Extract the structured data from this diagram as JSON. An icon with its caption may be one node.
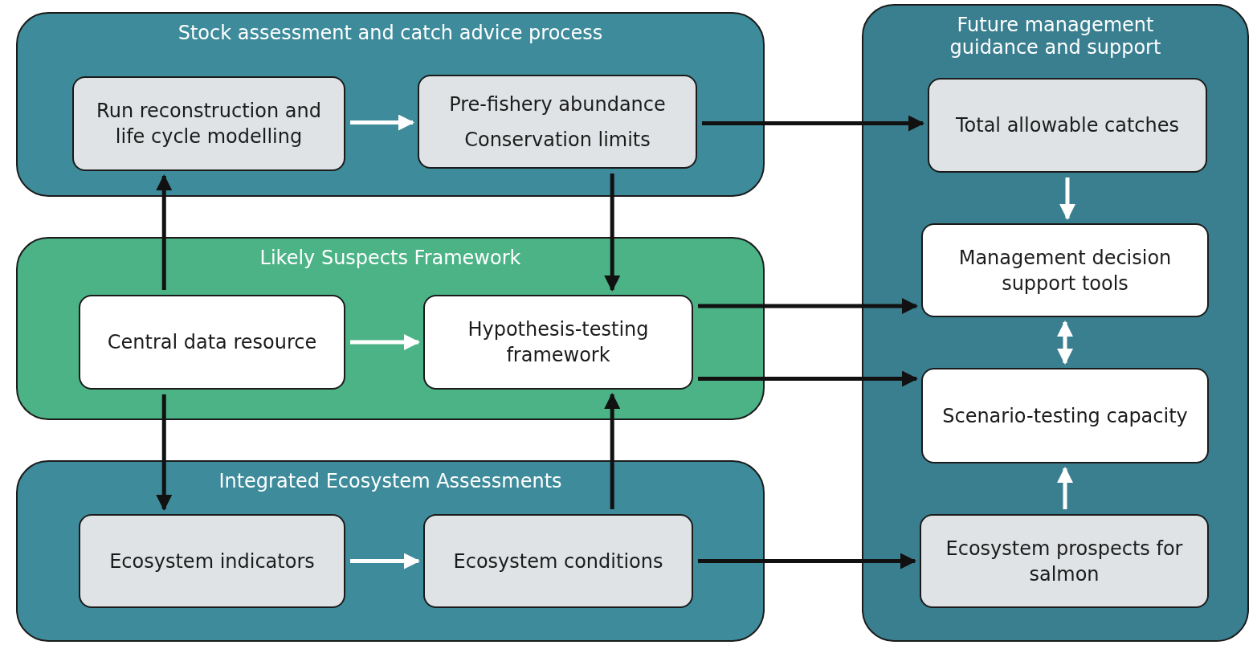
{
  "diagram": {
    "nodes": [
      {
        "text": [
          "Stock assessment and catch advice process"
        ]
      },
      {
        "text": [
          "Run reconstruction and life cycle modelling"
        ],
        "in": 0
      },
      {
        "text": [
          "Pre-fishery abundance",
          "Conservation limits"
        ],
        "in": 0
      },
      {
        "text": [
          "Likely Suspects Framework"
        ]
      },
      {
        "text": [
          "Central data resource"
        ],
        "in": 3
      },
      {
        "text": [
          "Hypothesis-testing framework"
        ],
        "in": 3
      },
      {
        "text": [
          "Integrated Ecosystem Assessments"
        ]
      },
      {
        "text": [
          "Ecosystem indicators"
        ],
        "in": 6
      },
      {
        "text": [
          "Ecosystem conditions"
        ],
        "in": 6
      },
      {
        "text": [
          "Future management guidance and support"
        ]
      },
      {
        "text": [
          "Total allowable catches"
        ],
        "in": 9
      },
      {
        "text": [
          "Management decision support tools"
        ],
        "in": 9
      },
      {
        "text": [
          "Scenario-testing capacity"
        ],
        "in": 9
      },
      {
        "text": [
          "Ecosystem prospects for salmon"
        ],
        "in": 9
      }
    ],
    "edges": [
      {
        "from": 1,
        "to": 2,
        "arrow": "to",
        "color": "#ffffff"
      },
      {
        "from": 2,
        "to": 10,
        "arrow": "to"
      },
      {
        "from": 4,
        "to": 1,
        "arrow": "to"
      },
      {
        "from": 2,
        "to": 5,
        "arrow": "to"
      },
      {
        "from": 4,
        "to": 5,
        "arrow": "to",
        "color": "#ffffff"
      },
      {
        "from": 5,
        "to": 11,
        "arrow": "to"
      },
      {
        "from": 5,
        "to": 12,
        "arrow": "to"
      },
      {
        "from": 4,
        "to": 7,
        "arrow": "to"
      },
      {
        "from": 8,
        "to": 5,
        "arrow": "to"
      },
      {
        "from": 7,
        "to": 8,
        "arrow": "to",
        "color": "#ffffff"
      },
      {
        "from": 8,
        "to": 13,
        "arrow": "to"
      },
      {
        "from": 10,
        "to": 11,
        "arrow": "to",
        "color": "#ffffff"
      },
      {
        "from": 11,
        "to": 12,
        "arrow": "both",
        "color": "#ffffff"
      },
      {
        "from": 13,
        "to": 12,
        "arrow": "to",
        "color": "#ffffff"
      }
    ]
  }
}
